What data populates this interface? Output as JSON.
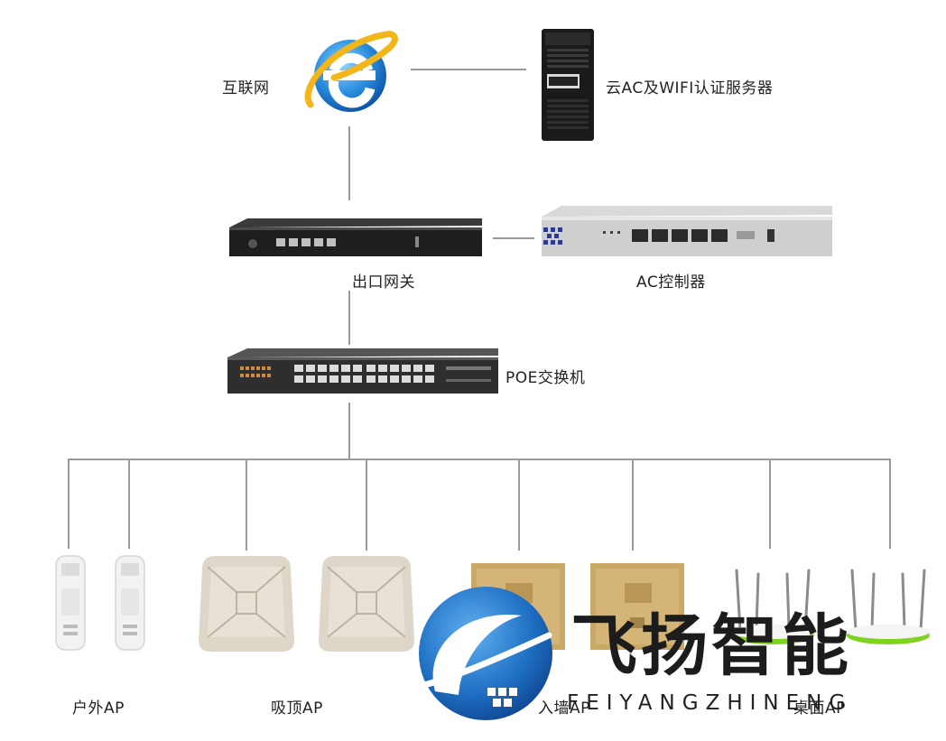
{
  "nodes": {
    "internet": {
      "label": "互联网",
      "icon": "internet-explorer-icon"
    },
    "cloud_server": {
      "label": "云AC及WIFI认证服务器",
      "icon": "server-tower-icon"
    },
    "gateway": {
      "label": "出口网关",
      "icon": "rack-gateway-icon"
    },
    "ac_controller": {
      "label": "AC控制器",
      "icon": "ac-controller-icon"
    },
    "poe_switch": {
      "label": "POE交换机",
      "icon": "poe-switch-icon"
    },
    "outdoor_ap": {
      "label": "户外AP",
      "icon": "outdoor-ap-icon"
    },
    "ceiling_ap": {
      "label": "吸顶AP",
      "icon": "ceiling-ap-icon"
    },
    "wall_ap": {
      "label": "入墙AP",
      "icon": "wall-panel-ap-icon"
    },
    "desktop_ap": {
      "label": "桌面AP",
      "icon": "desktop-router-icon"
    }
  },
  "watermark": {
    "brand": "飞扬智能",
    "pinyin": "FEIYANGZHINENG",
    "colors": {
      "blue": "#1f6fc4",
      "dark": "#1c1c1c"
    }
  },
  "colors": {
    "line": "#9a9a9a",
    "gold": "#c9a765",
    "green": "#7ed321"
  }
}
